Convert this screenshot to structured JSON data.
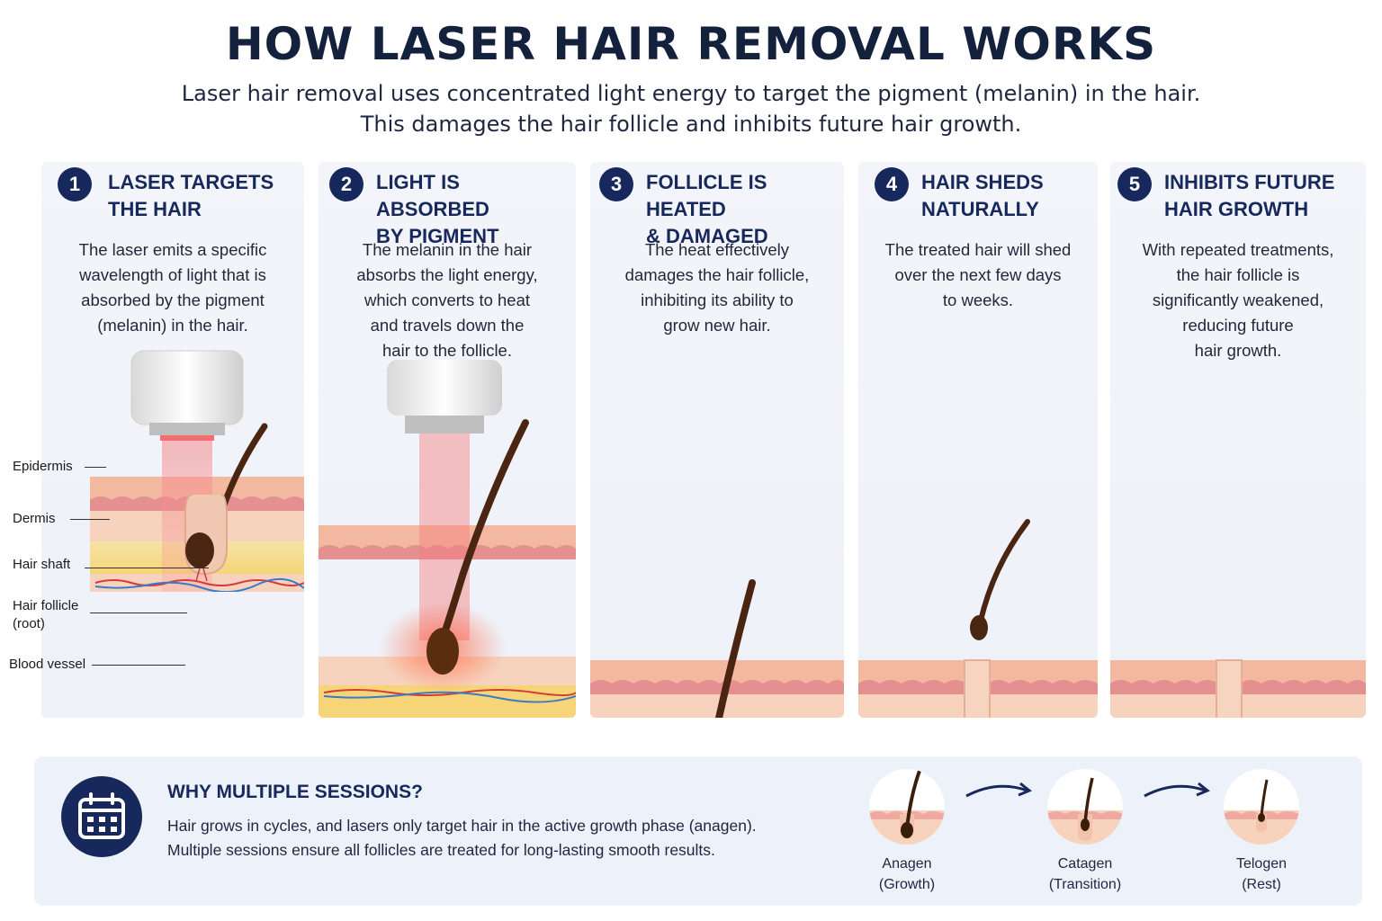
{
  "header": {
    "title": "HOW LASER HAIR REMOVAL WORKS",
    "subtitle_line1": "Laser hair removal uses concentrated light energy to target the pigment (melanin) in the hair.",
    "subtitle_line2": "This damages the hair follicle and inhibits future hair growth."
  },
  "steps": [
    {
      "number": "1",
      "title": "LASER TARGETS\nTHE HAIR",
      "description": "The laser emits a specific\nwavelength of light that is\nabsorbed by the pigment\n(melanin) in the hair."
    },
    {
      "number": "2",
      "title": "LIGHT IS ABSORBED\nBY PIGMENT",
      "description": "The melanin in the hair\nabsorbs the light energy,\nwhich converts to heat\nand travels down the\nhair to the follicle."
    },
    {
      "number": "3",
      "title": "FOLLICLE IS HEATED\n& DAMAGED",
      "description": "The heat effectively\ndamages the hair follicle,\ninhibiting its ability to\ngrow new hair."
    },
    {
      "number": "4",
      "title": "HAIR SHEDS\nNATURALLY",
      "description": "The treated hair will shed\nover the next few days\nto weeks."
    },
    {
      "number": "5",
      "title": "INHIBITS FUTURE\nHAIR GROWTH",
      "description": "With repeated treatments,\nthe hair follicle is\nsignificantly weakened,\nreducing future\nhair growth."
    }
  ],
  "anatomy_labels": {
    "epidermis": "Epidermis",
    "dermis": "Dermis",
    "hair_shaft": "Hair shaft",
    "hair_follicle": "Hair follicle\n(root)",
    "blood_vessel": "Blood vessel"
  },
  "sessions": {
    "title": "WHY MULTIPLE SESSIONS?",
    "text": "Hair grows in cycles, and lasers only target hair in the active growth phase (anagen).\nMultiple sessions ensure all follicles are treated for long-lasting smooth results.",
    "phases": [
      {
        "label": "Anagen\n(Growth)"
      },
      {
        "label": "Catagen\n(Transition)"
      },
      {
        "label": "Telogen\n(Rest)"
      }
    ]
  },
  "colors": {
    "navy": "#17295c",
    "skin": "#f8d6c0",
    "epidermis": "#f3bca3",
    "dermis_band": "#e88f8f",
    "fat": "#f8dc8a",
    "hair": "#4a2612",
    "laser": "#f28a8a"
  },
  "icons": [
    "calendar-icon",
    "arrow-right-icon"
  ]
}
